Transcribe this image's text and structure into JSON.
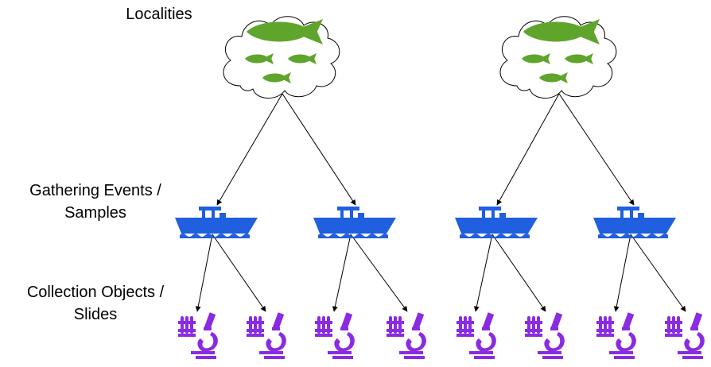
{
  "labels": {
    "localities": "Localities",
    "gathering_line1": "Gathering Events /",
    "gathering_line2": "Samples",
    "collection_line1": "Collection Objects /",
    "collection_line2": "Slides"
  },
  "icons": {
    "locality": "fish-cloud-icon",
    "gathering_event": "boat-icon",
    "collection_object": "test-tubes-microscope-icon"
  },
  "colors": {
    "fish": "#5fa52c",
    "boat": "#1f5fe0",
    "slide": "#8a2be2",
    "edge": "#000000"
  },
  "hierarchy": [
    {
      "level": "Localities",
      "count": 2,
      "children_each": 2
    },
    {
      "level": "Gathering Events / Samples",
      "count": 4,
      "children_each": 2
    },
    {
      "level": "Collection Objects / Slides",
      "count": 8
    }
  ]
}
